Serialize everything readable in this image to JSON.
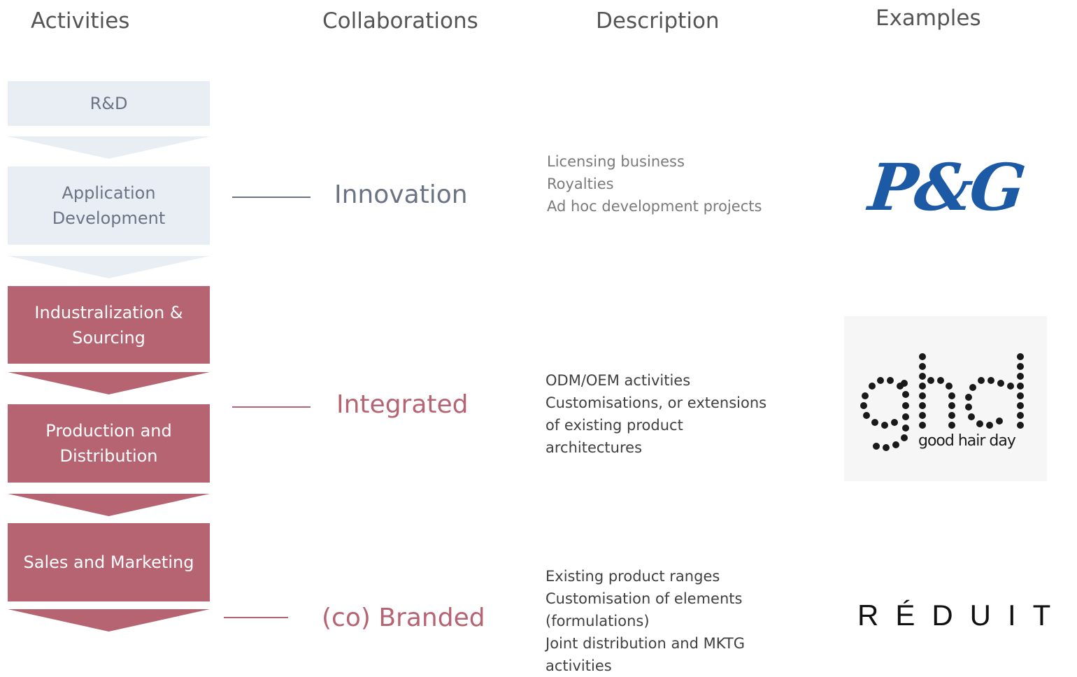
{
  "headers": {
    "activities": "Activities",
    "collaborations": "Collaborations",
    "description": "Description",
    "examples": "Examples"
  },
  "activities": [
    {
      "lines": [
        "R&D"
      ],
      "style": "light"
    },
    {
      "lines": [
        "Application",
        "Development"
      ],
      "style": "light"
    },
    {
      "lines": [
        "Industralization &",
        "Sourcing"
      ],
      "style": "dark"
    },
    {
      "lines": [
        "Production and",
        "Distribution"
      ],
      "style": "dark"
    },
    {
      "lines": [
        "Sales and Marketing"
      ],
      "style": "dark"
    }
  ],
  "collaborations": [
    {
      "label": "Innovation",
      "color": "#6b7385",
      "description": [
        "Licensing business",
        "Royalties",
        "Ad hoc development projects"
      ],
      "example_logo": "P&G"
    },
    {
      "label": "Integrated",
      "color": "#b66472",
      "description": [
        "ODM/OEM activities",
        "Customisations, or extensions",
        "of existing product",
        "architectures"
      ],
      "example_logo": "ghd",
      "example_tagline": "good hair day"
    },
    {
      "label": "(co) Branded",
      "color": "#b66472",
      "description": [
        "Existing product ranges",
        "Customisation of elements",
        "(formulations)",
        "Joint distribution and MKTG",
        "activities"
      ],
      "example_logo": "RÉDUIT"
    }
  ],
  "colors": {
    "light_box": "#e9edf4",
    "dark_box": "#b66472",
    "light_chevron": "#e9edf4",
    "dark_chevron": "#b66472",
    "pg_blue": "#1d5aa6"
  }
}
